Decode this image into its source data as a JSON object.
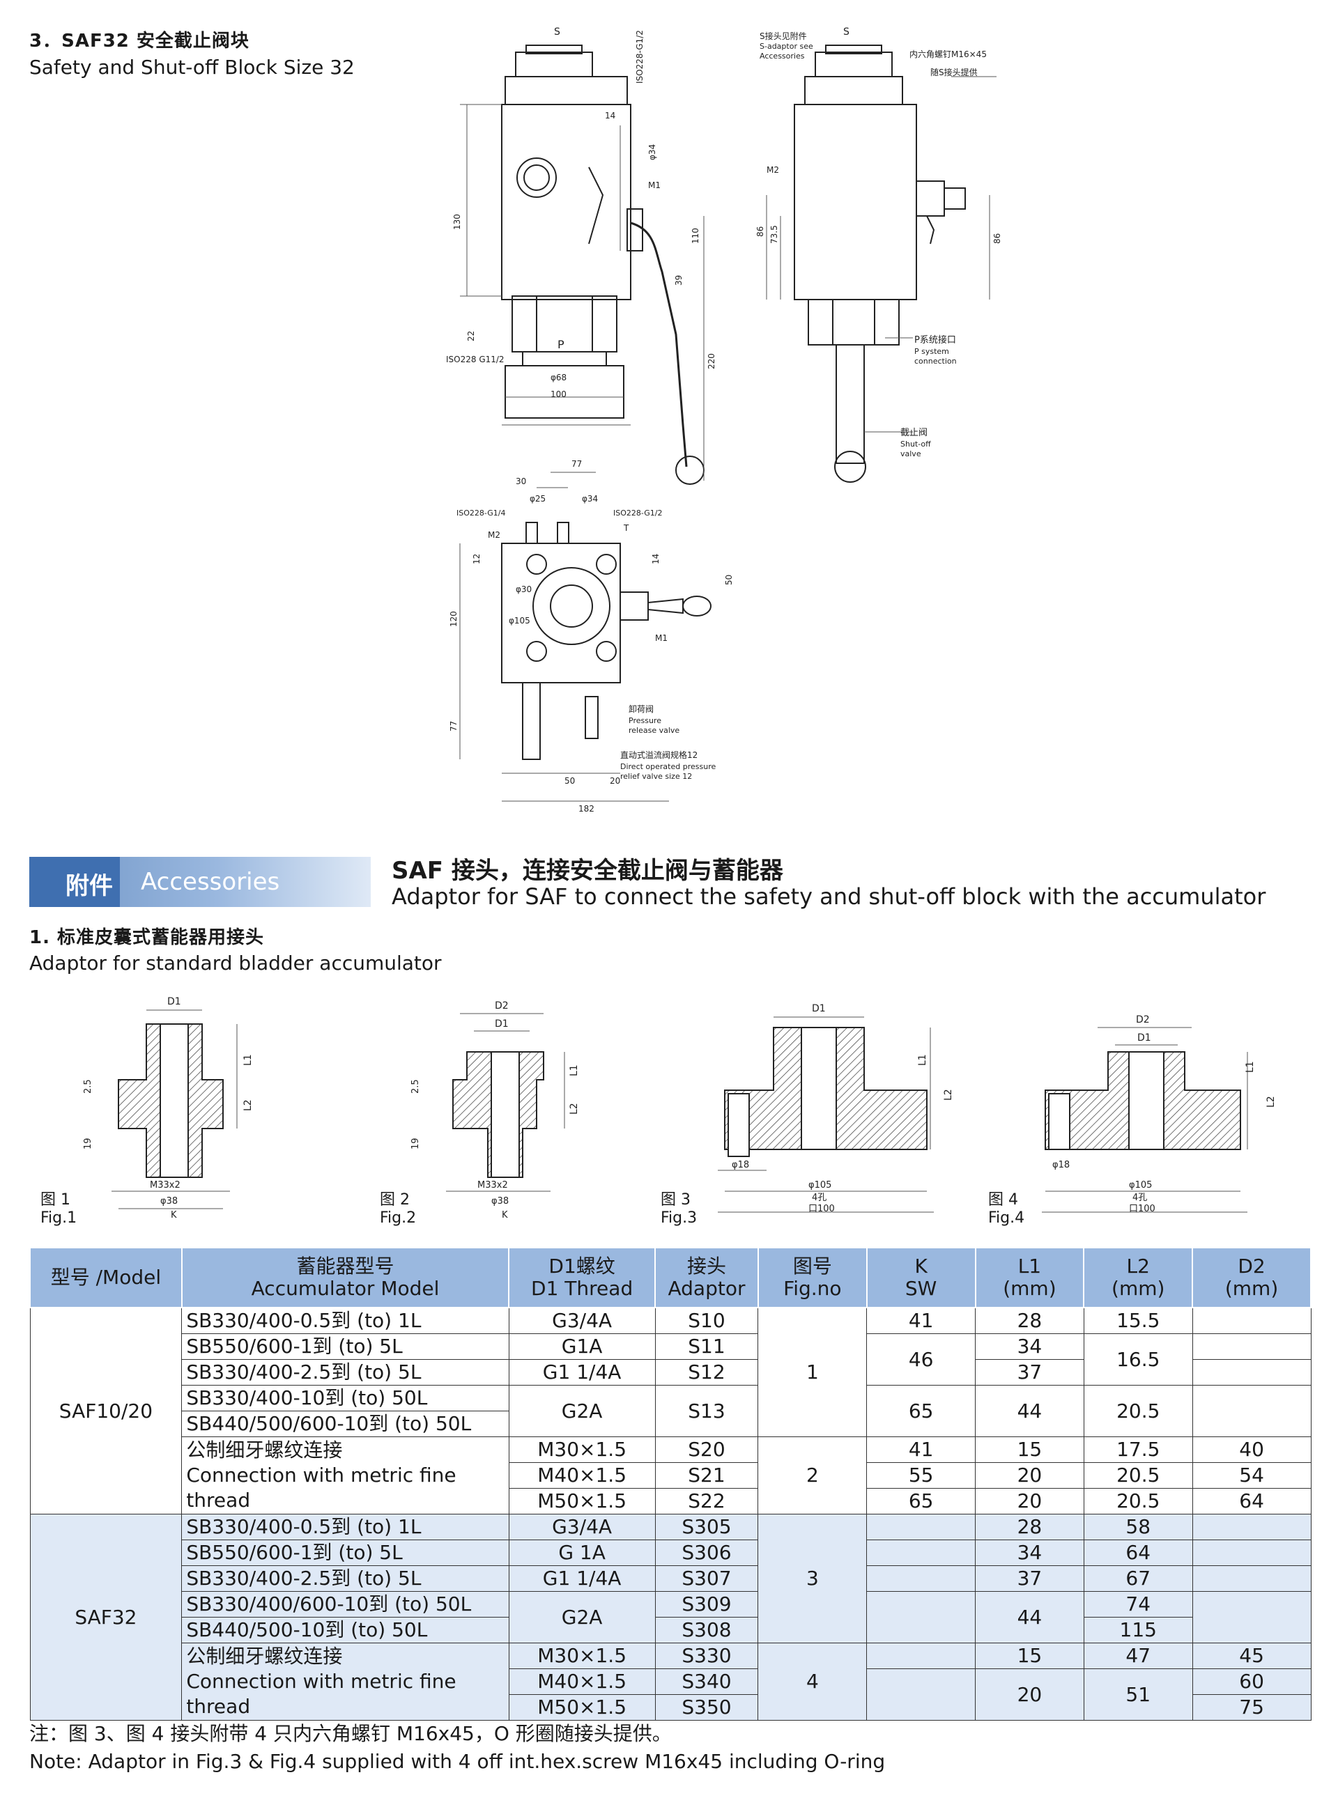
{
  "section3": {
    "title_cn": "3．SAF32 安全截止阀块",
    "title_en": "Safety and Shut-off Block Size 32"
  },
  "drawing_main": {
    "labels": [
      "S",
      "ISO228-G1/2",
      "14",
      "φ34",
      "M1",
      "130",
      "110",
      "39",
      "22",
      "P",
      "ISO228 G11/2",
      "φ68",
      "100",
      "220"
    ],
    "side_labels": [
      "S",
      "S接头见附件",
      "S-adaptor see",
      "Accessories",
      "内六角螺钉M16×45",
      "随S接头提供",
      "M2",
      "86",
      "73.5",
      "86",
      "P系统接口",
      "P system",
      "connection",
      "截止阀",
      "Shut-off",
      "valve"
    ],
    "top_labels": [
      "77",
      "30",
      "φ25",
      "φ34",
      "ISO228-G1/4",
      "ISO228-G1/2",
      "T",
      "M2",
      "12",
      "14",
      "50",
      "φ30",
      "φ105",
      "120",
      "M1",
      "卸荷阀",
      "Pressure",
      "release valve",
      "直动式溢流阀规格12",
      "Direct operated pressure",
      "relief valve size 12",
      "77",
      "50",
      "20",
      "182"
    ]
  },
  "accessories": {
    "banner_cn": "附件",
    "banner_en": "Accessories",
    "headline_cn": "SAF 接头，连接安全截止阀与蓄能器",
    "headline_en": "Adaptor for SAF to connect the safety and shut-off block with the accumulator",
    "sub_cn": "1. 标准皮囊式蓄能器用接头",
    "sub_en": "Adaptor for standard bladder accumulator"
  },
  "figures": [
    {
      "cn": "图 1",
      "en": "Fig.1",
      "dims": [
        "D1",
        "L1",
        "L2",
        "2.5",
        "19",
        "M33x2",
        "φ38",
        "K"
      ]
    },
    {
      "cn": "图 2",
      "en": "Fig.2",
      "dims": [
        "D2",
        "D1",
        "L1",
        "L2",
        "2.5",
        "19",
        "M33x2",
        "φ38",
        "K"
      ]
    },
    {
      "cn": "图 3",
      "en": "Fig.3",
      "dims": [
        "D1",
        "L1",
        "L2",
        "φ18",
        "φ105",
        "4孔",
        "口100"
      ]
    },
    {
      "cn": "图 4",
      "en": "Fig.4",
      "dims": [
        "D2",
        "D1",
        "L1",
        "L2",
        "φ18",
        "φ105",
        "4孔",
        "口100"
      ]
    }
  ],
  "table": {
    "headers": [
      {
        "cn": "型号 /Model",
        "en": ""
      },
      {
        "cn": "蓄能器型号",
        "en": "Accumulator Model"
      },
      {
        "cn": "D1螺纹",
        "en": "D1 Thread"
      },
      {
        "cn": "接头",
        "en": "Adaptor"
      },
      {
        "cn": "图号",
        "en": "Fig.no"
      },
      {
        "cn": "K",
        "en": "SW"
      },
      {
        "cn": "L1",
        "en": "(mm)"
      },
      {
        "cn": "L2",
        "en": "(mm)"
      },
      {
        "cn": "D2",
        "en": "(mm)"
      }
    ],
    "saf1020": {
      "model": "SAF10/20",
      "rows": [
        {
          "acc": "SB330/400-0.5到 (to) 1L",
          "thread": "G3/4A",
          "adaptor": "S10",
          "k": "41",
          "l1": "28",
          "l2": "15.5",
          "d2": ""
        },
        {
          "acc": "SB550/600-1到 (to) 5L",
          "thread": "G1A",
          "adaptor": "S11",
          "k": "46",
          "l1": "34",
          "l2": "16.5",
          "d2": ""
        },
        {
          "acc": "SB330/400-2.5到 (to) 5L",
          "thread": "G1 1/4A",
          "adaptor": "S12",
          "k": "",
          "l1": "37",
          "l2": "",
          "d2": ""
        },
        {
          "acc": "SB330/400-10到 (to) 50L",
          "thread": "G2A",
          "adaptor": "S13",
          "k": "65",
          "l1": "44",
          "l2": "20.5",
          "d2": ""
        },
        {
          "acc": "SB440/500/600-10到 (to) 50L",
          "thread": "",
          "adaptor": "",
          "k": "",
          "l1": "",
          "l2": "",
          "d2": ""
        }
      ],
      "fig1": "1",
      "metric_cn": "公制细牙螺纹连接",
      "metric_en1": "Connection with metric fine",
      "metric_en2": "thread",
      "metric_rows": [
        {
          "thread": "M30×1.5",
          "adaptor": "S20",
          "k": "41",
          "l1": "15",
          "l2": "17.5",
          "d2": "40"
        },
        {
          "thread": "M40×1.5",
          "adaptor": "S21",
          "k": "55",
          "l1": "20",
          "l2": "20.5",
          "d2": "54"
        },
        {
          "thread": "M50×1.5",
          "adaptor": "S22",
          "k": "65",
          "l1": "20",
          "l2": "20.5",
          "d2": "64"
        }
      ],
      "fig2": "2"
    },
    "saf32": {
      "model": "SAF32",
      "rows": [
        {
          "acc": "SB330/400-0.5到 (to) 1L",
          "thread": "G3/4A",
          "adaptor": "S305",
          "l1": "28",
          "l2": "58"
        },
        {
          "acc": "SB550/600-1到 (to) 5L",
          "thread": "G 1A",
          "adaptor": "S306",
          "l1": "34",
          "l2": "64"
        },
        {
          "acc": "SB330/400-2.5到 (to) 5L",
          "thread": "G1 1/4A",
          "adaptor": "S307",
          "l1": "37",
          "l2": "67"
        },
        {
          "acc": "SB330/400/600-10到 (to) 50L",
          "thread": "G2A",
          "adaptor": "S309",
          "l1": "44",
          "l2": "74"
        },
        {
          "acc": "SB440/500-10到 (to) 50L",
          "thread": "",
          "adaptor": "S308",
          "l1": "",
          "l2": "115"
        }
      ],
      "fig3": "3",
      "metric_cn": "公制细牙螺纹连接",
      "metric_en1": "Connection with metric fine",
      "metric_en2": "thread",
      "metric_rows": [
        {
          "thread": "M30×1.5",
          "adaptor": "S330",
          "l1": "15",
          "l2": "47",
          "d2": "45"
        },
        {
          "thread": "M40×1.5",
          "adaptor": "S340",
          "l1": "20",
          "l2": "51",
          "d2": "60"
        },
        {
          "thread": "M50×1.5",
          "adaptor": "S350",
          "l1": "",
          "l2": "",
          "d2": "75"
        }
      ],
      "fig4": "4"
    }
  },
  "note": {
    "cn": "注：图 3、图 4 接头附带 4 只内六角螺钉 M16x45，O 形圈随接头提供。",
    "en": "Note: Adaptor in Fig.3 & Fig.4 supplied with 4 off int.hex.screw M16x45 including O-ring"
  }
}
